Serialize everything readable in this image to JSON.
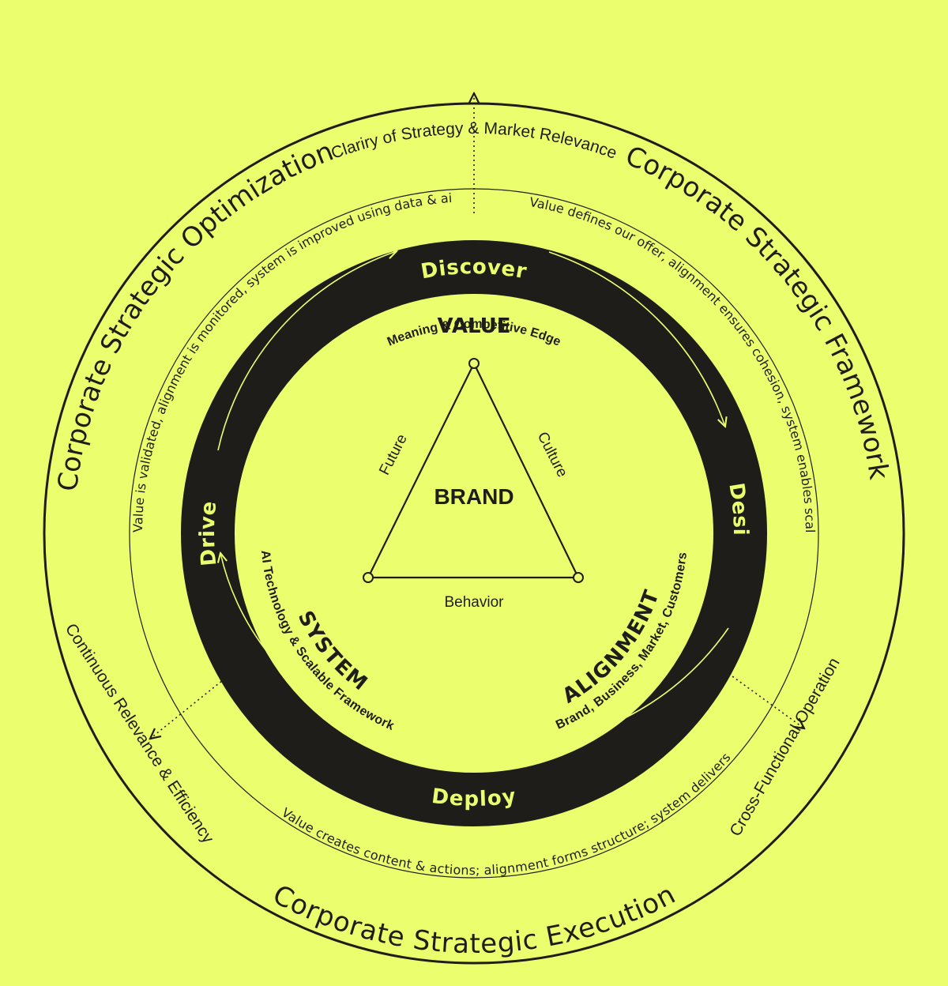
{
  "colors": {
    "background": "#ebff6e",
    "ink": "#1f1d1a",
    "band_text": "#ebff6e"
  },
  "outcomes": {
    "top": "Clariry of Strategy & Market Relevance",
    "left": "Continuous Relevance & Efficiency",
    "right": "Cross-Functional Operation"
  },
  "outer_ring": {
    "optimization": "Corporate Strategic Optimization",
    "framework": "Corporate Strategic Framework",
    "execution": "Corporate Strategic Execution"
  },
  "descriptions": {
    "optimization": "Value is validated, alignment is monitored, system is improved using data & ai",
    "framework": "Value defines our offer, alignment ensures cohesion, system enables scale",
    "execution": "Value creates content & actions; alignment forms structure; system delivers"
  },
  "cycle": {
    "discover": "Discover",
    "design": "Design",
    "deploy": "Deploy",
    "drive": "Drive"
  },
  "pillars": {
    "value": {
      "title": "VALUE",
      "subtitle": "Meaning & Competitive Edge"
    },
    "alignment": {
      "title": "ALIGNMENT",
      "subtitle": "Brand, Business, Market, Customers"
    },
    "system": {
      "title": "SYSTEM",
      "subtitle": "AI Technology & Scalable Framework"
    }
  },
  "triangle": {
    "center": "BRAND",
    "left_side": "Future",
    "right_side": "Culture",
    "bottom_side": "Behavior"
  }
}
